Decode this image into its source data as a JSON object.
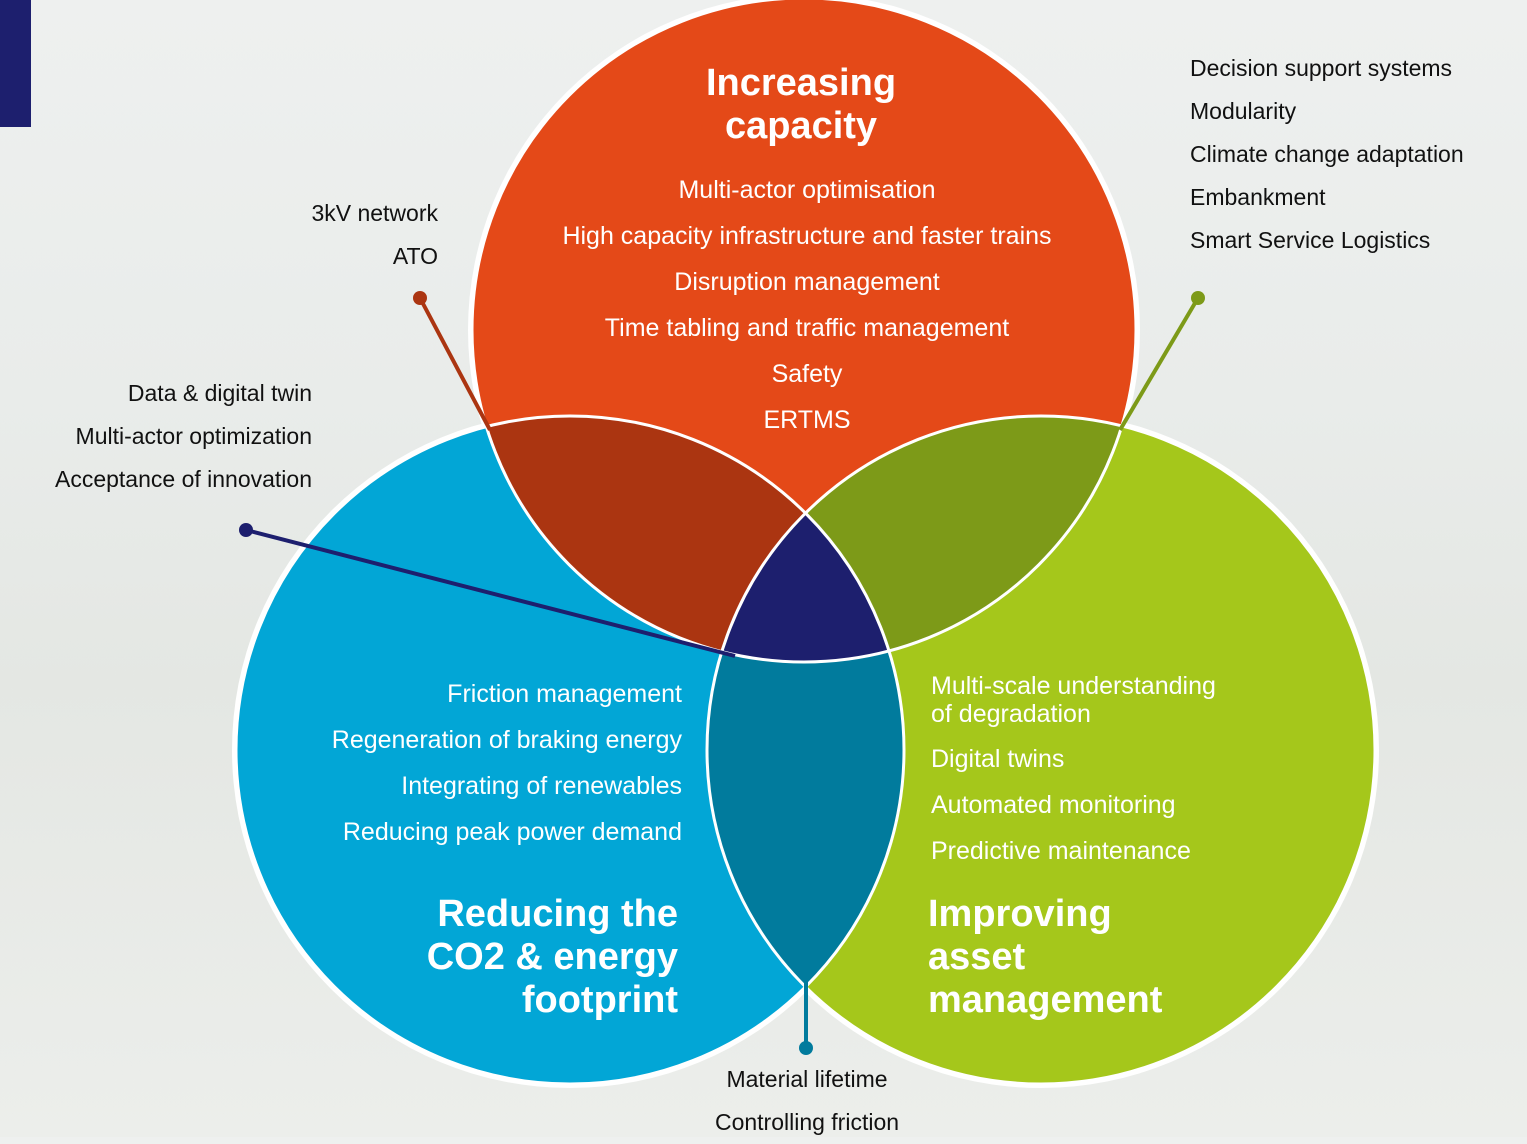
{
  "circles": {
    "capacity": {
      "title_lines": [
        "Increasing",
        "capacity"
      ],
      "items": [
        "Multi-actor optimisation",
        "High capacity infrastructure and faster trains",
        "Disruption management",
        "Time tabling and traffic management",
        "Safety",
        "ERTMS"
      ],
      "color": "#e44918"
    },
    "co2": {
      "title_lines": [
        "Reducing the",
        "CO2 & energy",
        "footprint"
      ],
      "items": [
        "Friction management",
        "Regeneration of braking energy",
        "Integrating of renewables",
        "Reducing peak power demand"
      ],
      "color": "#02a6d6"
    },
    "asset": {
      "title_lines": [
        "Improving",
        "asset",
        "management"
      ],
      "items_multiline_first": [
        "Multi-scale understanding",
        "of degradation"
      ],
      "items": [
        "Digital twins",
        "Automated monitoring",
        "Predictive maintenance"
      ],
      "color": "#a5c71b"
    }
  },
  "overlap_colors": {
    "capacity_co2": "#ab3511",
    "capacity_asset": "#7d9a18",
    "co2_asset": "#017b9d",
    "center": "#1d1f6e"
  },
  "callouts": {
    "capacity_co2": {
      "items": [
        "3kV network",
        "ATO"
      ],
      "color": "#ab3511"
    },
    "capacity_asset": {
      "items": [
        "Decision support systems",
        "Modularity",
        "Climate change adaptation",
        "Embankment",
        "Smart Service Logistics"
      ],
      "color": "#7d9a18"
    },
    "center": {
      "items": [
        "Data & digital twin",
        "Multi-actor optimization",
        "Acceptance of innovation"
      ],
      "color": "#1d1f6e"
    },
    "co2_asset": {
      "items": [
        "Material lifetime",
        "Controlling friction"
      ],
      "color": "#017b9d"
    }
  }
}
